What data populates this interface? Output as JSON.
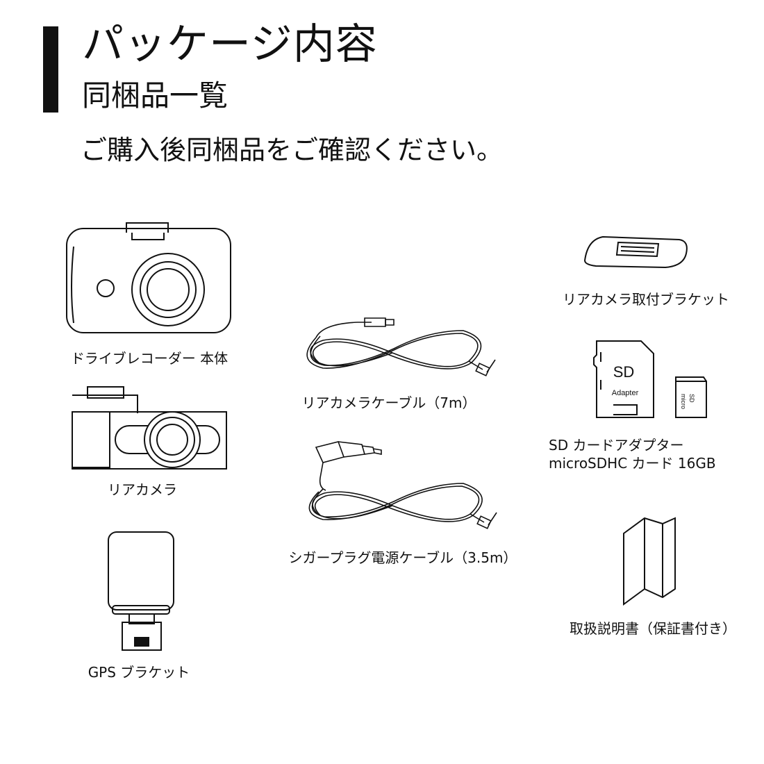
{
  "header": {
    "title": "パッケージ内容",
    "subtitle": "同梱品一覧",
    "intro": "ご購入後同梱品をご確認ください。"
  },
  "items": [
    {
      "label": "ドライブレコーダー 本体",
      "icon": "dashcam-icon"
    },
    {
      "label": "リアカメラ",
      "icon": "rear-camera-icon"
    },
    {
      "label": "GPS ブラケット",
      "icon": "gps-bracket-icon"
    },
    {
      "label": "リアカメラケーブル（7m）",
      "icon": "coiled-cable-icon"
    },
    {
      "label": "シガープラグ電源ケーブル（3.5m）",
      "icon": "cigar-plug-cable-icon"
    },
    {
      "label": "リアカメラ取付ブラケット",
      "icon": "mount-bracket-icon"
    },
    {
      "label_lines": [
        "SD カードアダプター",
        "microSDHC カード 16GB"
      ],
      "icon": "sd-card-icon"
    },
    {
      "label": "取扱説明書（保証書付き）",
      "icon": "manual-icon"
    }
  ],
  "card_text": {
    "sd": "SD",
    "adapter": "Adapter",
    "micro": "micro",
    "micro_sd": "SD"
  }
}
